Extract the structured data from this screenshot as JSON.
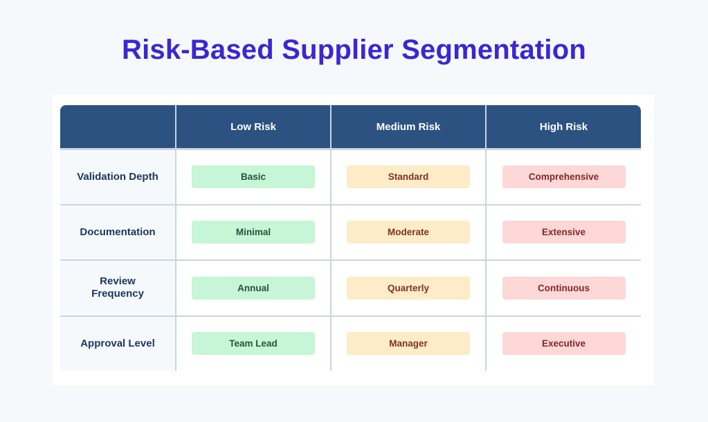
{
  "title": "Risk-Based Supplier Segmentation",
  "columns": [
    "",
    "Low Risk",
    "Medium Risk",
    "High Risk"
  ],
  "rows": [
    {
      "label": "Validation Depth",
      "low": "Basic",
      "medium": "Standard",
      "high": "Comprehensive"
    },
    {
      "label": "Documentation",
      "low": "Minimal",
      "medium": "Moderate",
      "high": "Extensive"
    },
    {
      "label": "Review Frequency",
      "low": "Annual",
      "medium": "Quarterly",
      "high": "Continuous"
    },
    {
      "label": "Approval Level",
      "low": "Team Lead",
      "medium": "Manager",
      "high": "Executive"
    }
  ],
  "colors": {
    "title": "#3a26d6",
    "header": "#2c5282",
    "low": "#c6f6d5",
    "medium": "#feebc8",
    "high": "#fed7d7"
  }
}
